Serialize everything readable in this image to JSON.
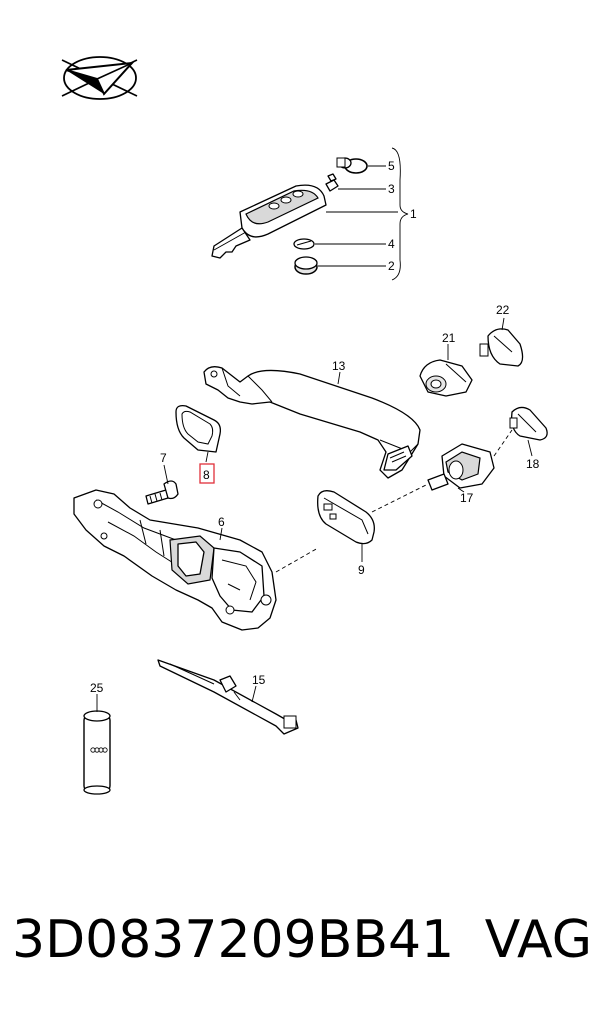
{
  "diagram": {
    "labels": {
      "p1": "1",
      "p2": "2",
      "p3": "3",
      "p4": "4",
      "p5": "5",
      "p6": "6",
      "p7": "7",
      "p8": "8",
      "p9": "9",
      "p13": "13",
      "p15": "15",
      "p17": "17",
      "p18": "18",
      "p21": "21",
      "p22": "22",
      "p25": "25"
    },
    "highlighted_part": "8",
    "highlight_color": "#e0303a",
    "logo_icon": "paper-plane-logo"
  },
  "caption": {
    "part_number": "3D0837209BB41",
    "brand": "VAG"
  }
}
